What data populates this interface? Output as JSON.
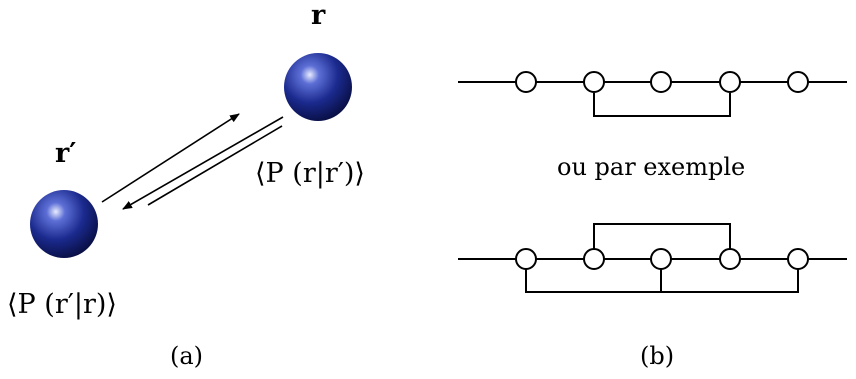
{
  "panel_a": {
    "caption": "(a)",
    "top_sphere_label": "r",
    "bottom_sphere_label": "r′",
    "top_prob_label": "⟨P (r|r′)⟩",
    "bottom_prob_label": "⟨P (r′|r)⟩",
    "sphere_color": "#1a2a8c"
  },
  "panel_b": {
    "caption": "(b)",
    "separator_text": "ou par exemple"
  }
}
